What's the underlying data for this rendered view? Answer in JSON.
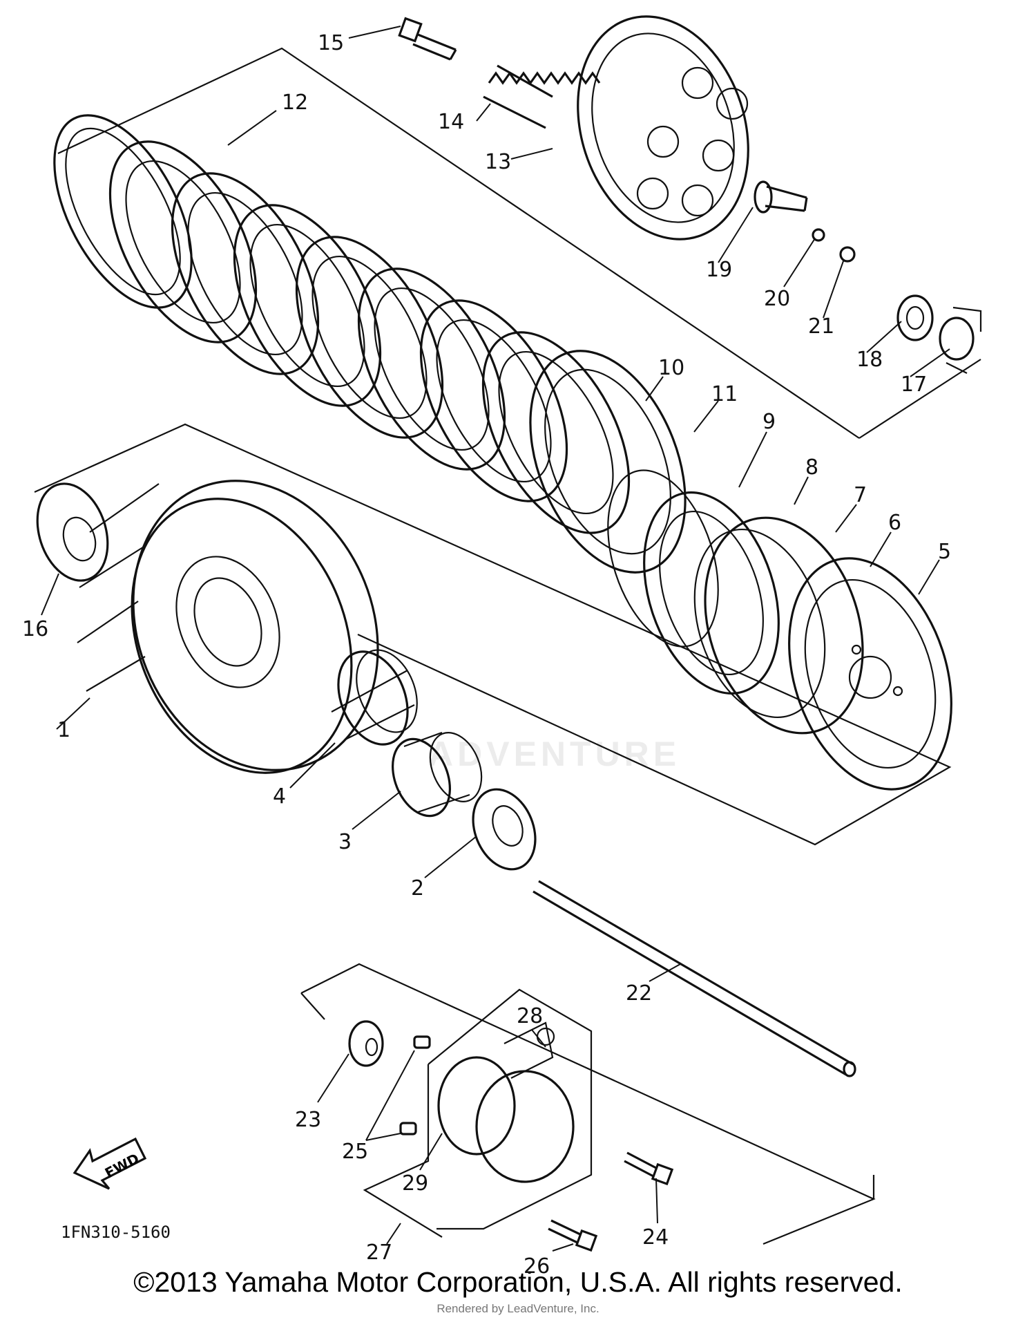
{
  "diagram": {
    "code": "1FN310-5160",
    "fwd_label": "FWD",
    "watermark": "ADVENTURE",
    "labels": [
      {
        "id": "1",
        "text": "1"
      },
      {
        "id": "2",
        "text": "2"
      },
      {
        "id": "3",
        "text": "3"
      },
      {
        "id": "4",
        "text": "4"
      },
      {
        "id": "5",
        "text": "5"
      },
      {
        "id": "6",
        "text": "6"
      },
      {
        "id": "7",
        "text": "7"
      },
      {
        "id": "8",
        "text": "8"
      },
      {
        "id": "9",
        "text": "9"
      },
      {
        "id": "10",
        "text": "10"
      },
      {
        "id": "11",
        "text": "11"
      },
      {
        "id": "12",
        "text": "12"
      },
      {
        "id": "13",
        "text": "13"
      },
      {
        "id": "14",
        "text": "14"
      },
      {
        "id": "15",
        "text": "15"
      },
      {
        "id": "16",
        "text": "16"
      },
      {
        "id": "17",
        "text": "17"
      },
      {
        "id": "18",
        "text": "18"
      },
      {
        "id": "19",
        "text": "19"
      },
      {
        "id": "20",
        "text": "20"
      },
      {
        "id": "21",
        "text": "21"
      },
      {
        "id": "22",
        "text": "22"
      },
      {
        "id": "23",
        "text": "23"
      },
      {
        "id": "24",
        "text": "24"
      },
      {
        "id": "25",
        "text": "25"
      },
      {
        "id": "26",
        "text": "26"
      },
      {
        "id": "27",
        "text": "27"
      },
      {
        "id": "28",
        "text": "28"
      },
      {
        "id": "29",
        "text": "29"
      }
    ]
  },
  "footer": {
    "copyright": "©2013 Yamaha Motor Corporation, U.S.A. All rights reserved.",
    "rendered_by": "Rendered by LeadVenture, Inc."
  }
}
